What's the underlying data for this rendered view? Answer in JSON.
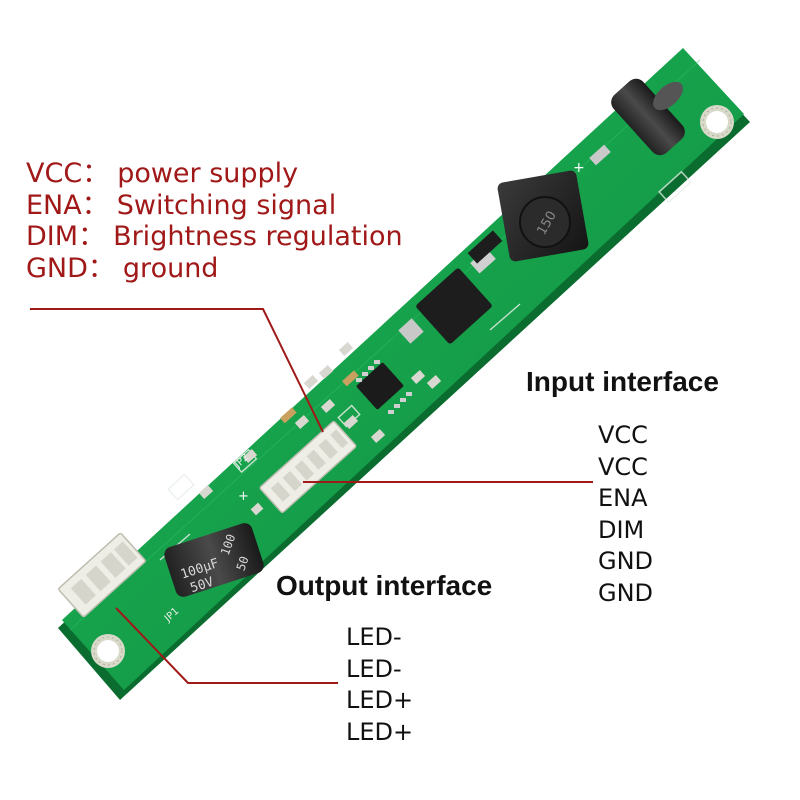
{
  "legend": [
    {
      "key": "VCC",
      "sep": "：",
      "desc": "power supply"
    },
    {
      "key": "ENA",
      "sep": "：",
      "desc": "Switching signal"
    },
    {
      "key": "DIM",
      "sep": "：",
      "desc": "Brightness regulation"
    },
    {
      "key": "GND",
      "sep": "：",
      "desc": "ground"
    }
  ],
  "input_interface": {
    "title": "Input interface",
    "pins": [
      "VCC",
      "VCC",
      "ENA",
      "DIM",
      "GND",
      "GND"
    ]
  },
  "output_interface": {
    "title": "Output interface",
    "pins": [
      "LED-",
      "LED-",
      "LED+",
      "LED+"
    ]
  },
  "board_labels": {
    "cap_large_value": "100µF",
    "cap_large_voltage": "50V",
    "cap_large_value_side": "100",
    "cap_large_voltage_side": "50",
    "inductor_code": "150",
    "jp_output": "JP1",
    "jp_input": "JP2",
    "plus": "+"
  },
  "colors": {
    "pcb": "#15a04a",
    "pcb_dark": "#0c7a36",
    "annotation": "#a01818",
    "text": "#111111"
  }
}
